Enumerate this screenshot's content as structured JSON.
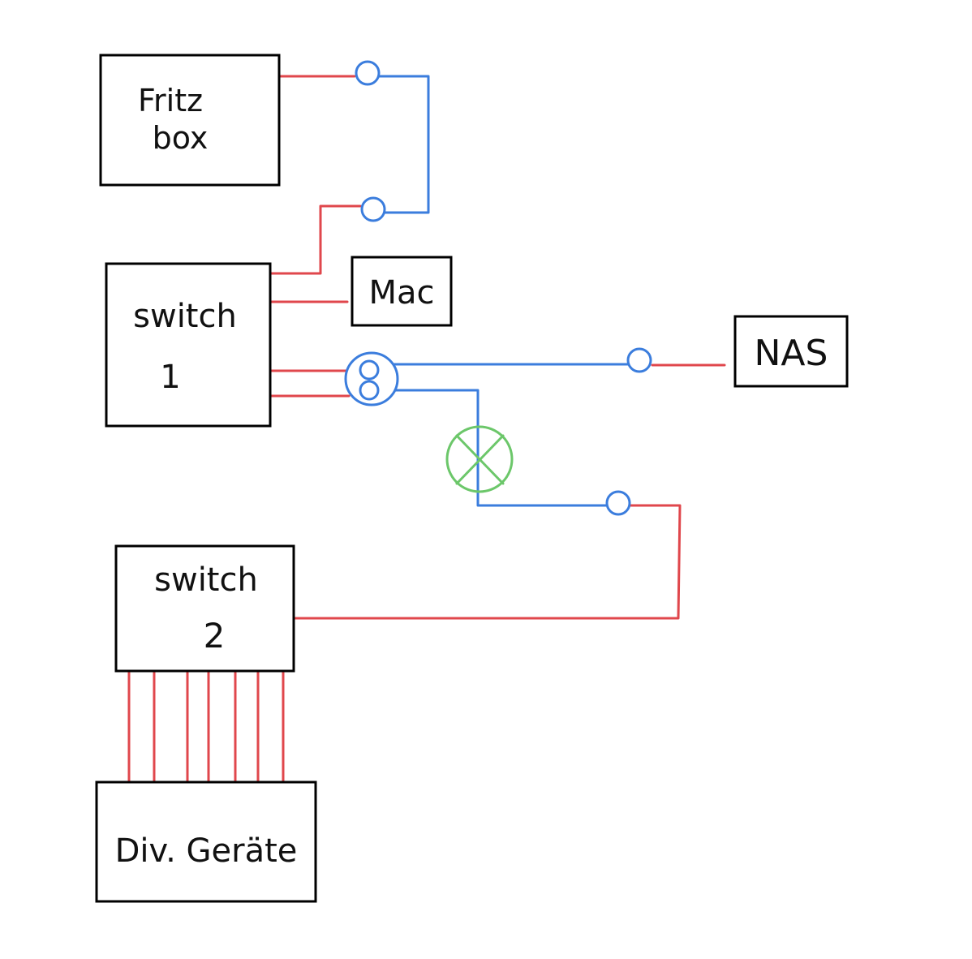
{
  "colors": {
    "ethernet_cable": "#e0474c",
    "wall_cable": "#3b7ddd",
    "marker": "#6cc76a",
    "box_outline": "#000000"
  },
  "devices": {
    "fritzbox": {
      "line1": "Fritz",
      "line2": "box"
    },
    "switch1": {
      "line1": "switch",
      "line2": "1"
    },
    "mac": {
      "label": "Mac"
    },
    "nas": {
      "label": "NAS"
    },
    "switch2": {
      "line1": "switch",
      "line2": "2"
    },
    "devices_misc": {
      "label": "Div. Geräte"
    }
  },
  "markers": {
    "broken_link": "x-circle-icon"
  }
}
